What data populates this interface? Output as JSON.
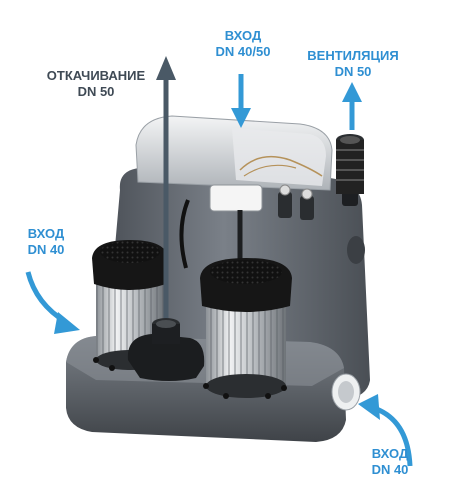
{
  "labels": {
    "discharge": {
      "line1": "ОТКАЧИВАНИЕ",
      "line2": "DN 50"
    },
    "inlet_top": {
      "line1": "ВХОД",
      "line2": "DN 40/50"
    },
    "vent": {
      "line1": "ВЕНТИЛЯЦИЯ",
      "line2": "DN 50"
    },
    "inlet_left": {
      "line1": "ВХОД",
      "line2": "DN 40"
    },
    "inlet_bottom": {
      "line1": "ВХОД",
      "line2": "DN 40"
    }
  },
  "colors": {
    "arrow_blue": "#3399d6",
    "arrow_dark": "#4a5966",
    "label_blue": "#2f8fd2",
    "label_dark": "#3f4a55",
    "body_gray": "#6d737a",
    "body_dark": "#3a3e43",
    "lid_light": "#d9dcdf",
    "motor_black": "#1a1a1a",
    "motor_steel": "#c8ccd0"
  },
  "icons": [
    "pump-unit-illustration",
    "arrow-up-icon",
    "arrow-down-icon",
    "curved-arrow-icon"
  ]
}
